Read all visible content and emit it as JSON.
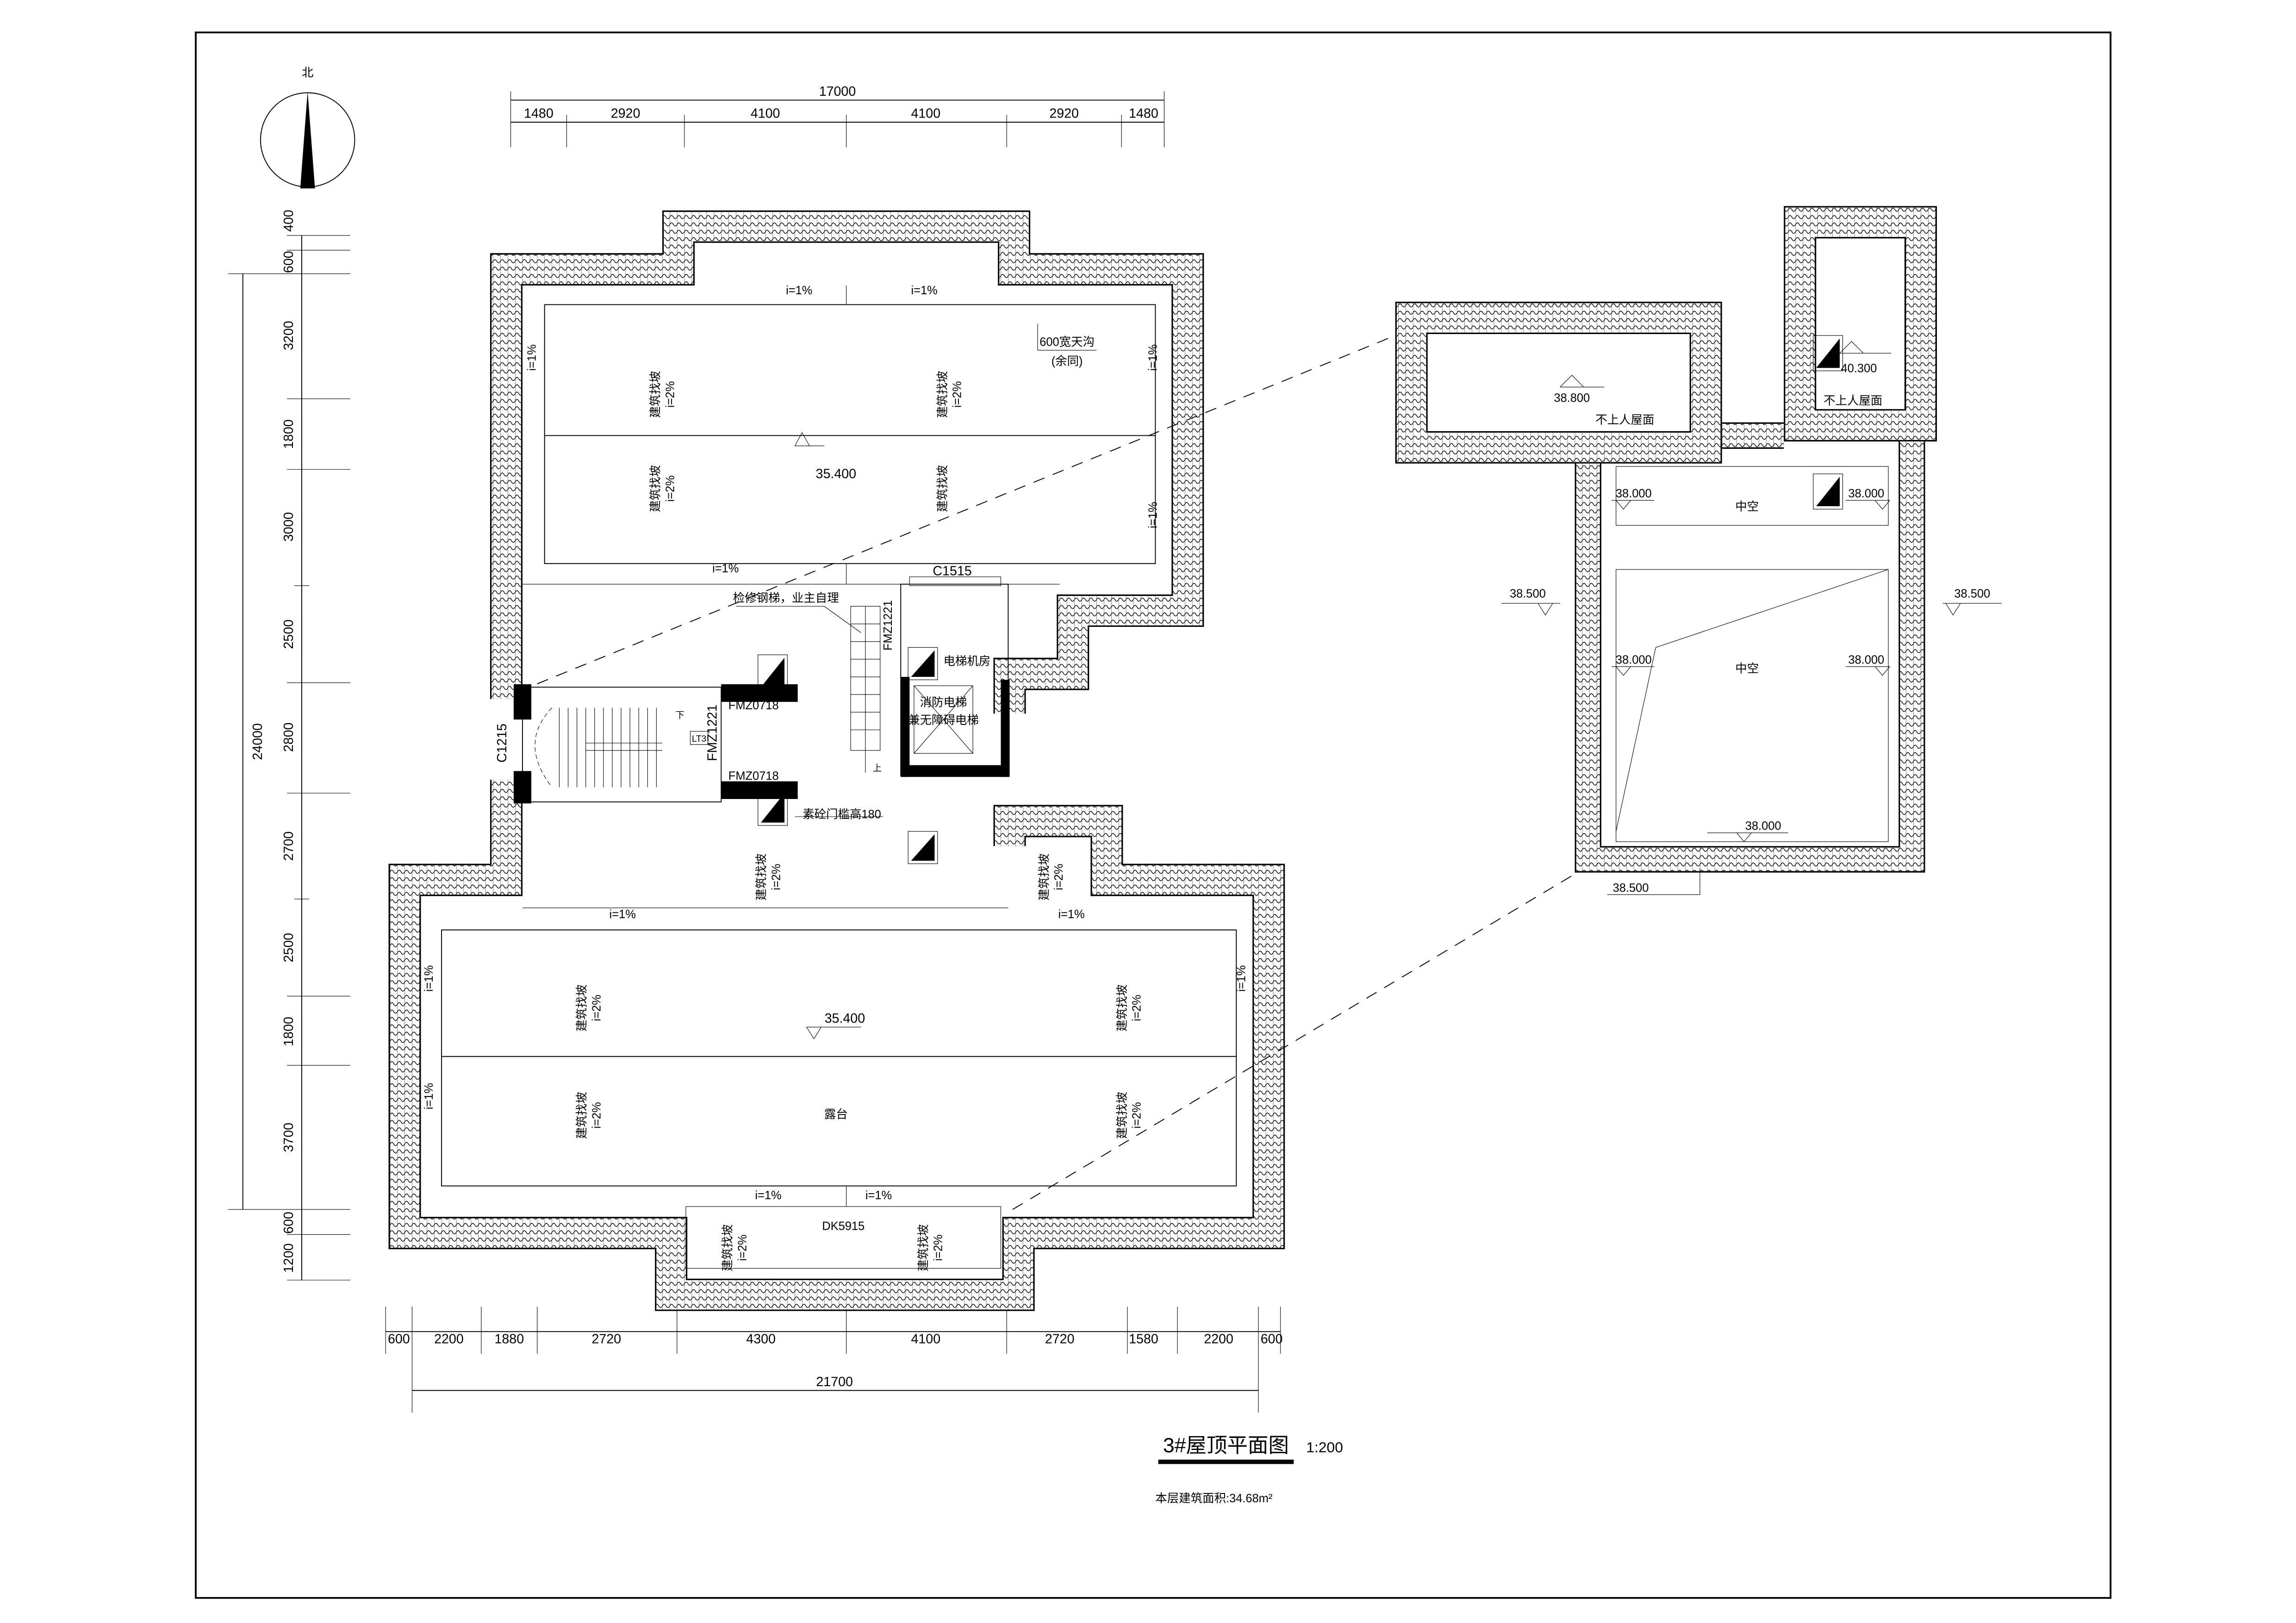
{
  "north_label": "北",
  "top_dims": {
    "total": "17000",
    "segments": [
      "1480",
      "2920",
      "4100",
      "4100",
      "2920",
      "1480"
    ]
  },
  "left_dims": {
    "total": "24000",
    "segments": [
      "400",
      "600",
      "3200",
      "1800",
      "3000",
      "2500",
      "2800",
      "2700",
      "2500",
      "1800",
      "3700",
      "600",
      "1200"
    ]
  },
  "bottom_dims": {
    "total": "21700",
    "segments": [
      "600",
      "2200",
      "1880",
      "2720",
      "4300",
      "4100",
      "2720",
      "1580",
      "2200",
      "600"
    ]
  },
  "roof": {
    "slope_1": "i=1%",
    "slope_2": "i=2%",
    "slope_note": "建筑找坡",
    "level_main": "35.400",
    "gutter": "600宽天沟",
    "gutter_note": "(余同)",
    "terrace": "露台",
    "skylight": "DK5915"
  },
  "core": {
    "ladder_note": "检修钢梯，业主自理",
    "window_c1515": "C1515",
    "window_c1215": "C1215",
    "door_fmz1221": "FMZ1221",
    "door_fmz0718": "FMZ0718",
    "machine_room": "电梯机房",
    "elevator_line1": "消防电梯",
    "elevator_line2": "兼无障碍电梯",
    "stair_tag": "LT3",
    "down": "下",
    "up": "上",
    "threshold_note": "素砼门槛高180"
  },
  "detail": {
    "level_38800": "38.800",
    "level_40300": "40.300",
    "non_accessible_roof": "不上人屋面",
    "level_38000": "38.000",
    "level_38500": "38.500",
    "void": "中空"
  },
  "title": {
    "name": "3#屋顶平面图",
    "scale": "1:200",
    "area": "本层建筑面积:34.68m²"
  }
}
